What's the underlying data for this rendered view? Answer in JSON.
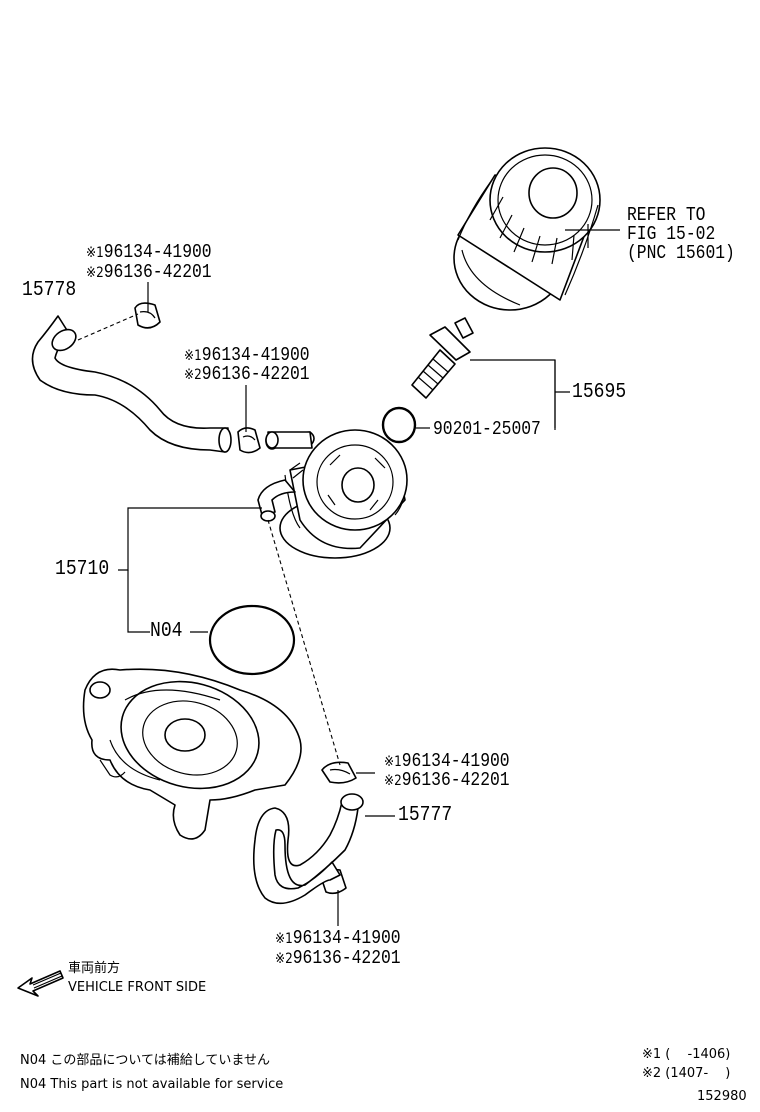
{
  "refer": {
    "line1": "REFER TO",
    "line2": "FIG 15-02",
    "line3": "(PNC 15601)"
  },
  "parts": {
    "p15695": "15695",
    "p90201": "90201-25007",
    "p15778": "15778",
    "p15710": "15710",
    "n04": "N04",
    "p15777": "15777"
  },
  "clamp_labels": {
    "top_left": {
      "mark1": "※1",
      "num1": "96134-41900",
      "mark2": "※2",
      "num2": "96136-42201"
    },
    "middle": {
      "mark1": "※1",
      "num1": "96134-41900",
      "mark2": "※2",
      "num2": "96136-42201"
    },
    "lower_right": {
      "mark1": "※1",
      "num1": "96134-41900",
      "mark2": "※2",
      "num2": "96136-42201"
    },
    "bottom": {
      "mark1": "※1",
      "num1": "96134-41900",
      "mark2": "※2",
      "num2": "96136-42201"
    }
  },
  "front_side": {
    "jp": "車両前方",
    "en": "VEHICLE FRONT SIDE"
  },
  "notes": {
    "jp": "N04 この部品については補給していません",
    "en": "N04 This part is not available for service"
  },
  "applicability": {
    "line1": "※1 (　 -1406)",
    "line2": "※2 (1407-　 )"
  },
  "figure_id": "152980",
  "icons": [
    "front-arrow-icon"
  ]
}
